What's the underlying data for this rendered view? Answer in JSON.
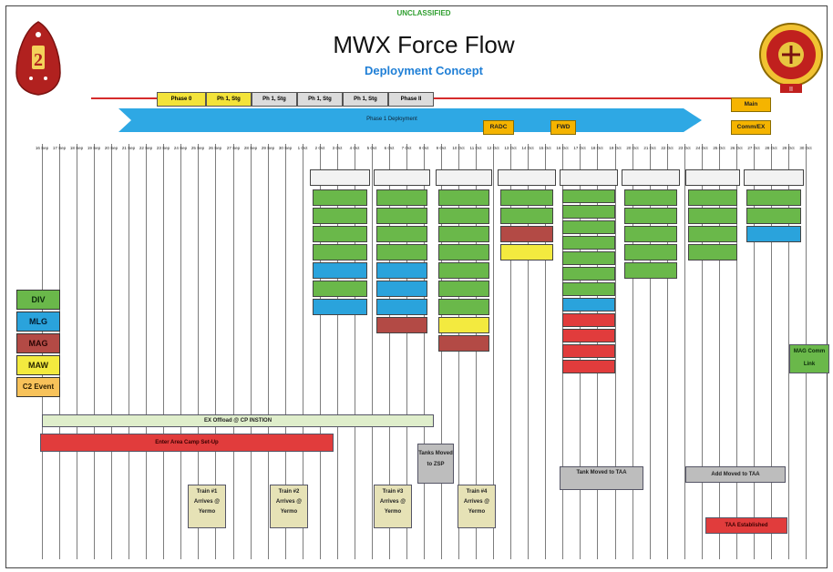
{
  "classification": "UNCLASSIFIED",
  "title": "MWX Force Flow",
  "subtitle": "Deployment Concept",
  "phases": [
    "Phase 0",
    "Ph 1, Stg",
    "Ph 1, Stg",
    "Ph 1, Stg",
    "Ph 1, Stg",
    "Phase II"
  ],
  "banner_label": "Phase 1 Deployment",
  "tags": {
    "radc": "RADC",
    "fwd": "FWD",
    "main": "Main",
    "comm": "Comm/EX"
  },
  "legend": {
    "div": "DIV",
    "mlg": "MLG",
    "mag": "MAG",
    "maw": "MAW",
    "c2": "C2 Event"
  },
  "dates": [
    "16 Sep",
    "17 Sep",
    "18 Sep",
    "19 Sep",
    "20 Sep",
    "21 Sep",
    "22 Sep",
    "23 Sep",
    "24 Sep",
    "25 Sep",
    "26 Sep",
    "27 Sep",
    "28 Sep",
    "29 Sep",
    "30 Sep",
    "1 Oct",
    "2 Oct",
    "3 Oct",
    "4 Oct",
    "5 Oct",
    "6 Oct",
    "7 Oct",
    "8 Oct",
    "9 Oct",
    "10 Oct",
    "11 Oct",
    "12 Oct",
    "13 Oct",
    "14 Oct",
    "15 Oct",
    "16 Oct",
    "17 Oct",
    "18 Oct",
    "19 Oct",
    "20 Oct",
    "21 Oct",
    "22 Oct",
    "23 Oct",
    "24 Oct",
    "25 Oct",
    "26 Oct",
    "27 Oct",
    "28 Oct",
    "29 Oct",
    "30 Oct"
  ],
  "bars": {
    "long_green": "EX Offload @ CP INSTION",
    "long_red": "Enter Area Camp Set-Up",
    "tanks_zsp": "Tanks Moved to ZSP",
    "tank_taa": "Tank Moved to TAA",
    "add_taa": "Add Moved to TAA",
    "taa": "TAA Established",
    "right_green": "MAG Comm Link"
  },
  "trains": [
    "Train #1 Arrives @ Yermo",
    "Train #2 Arrives @ Yermo",
    "Train #3 Arrives @ Yermo",
    "Train #4 Arrives @ Yermo"
  ]
}
